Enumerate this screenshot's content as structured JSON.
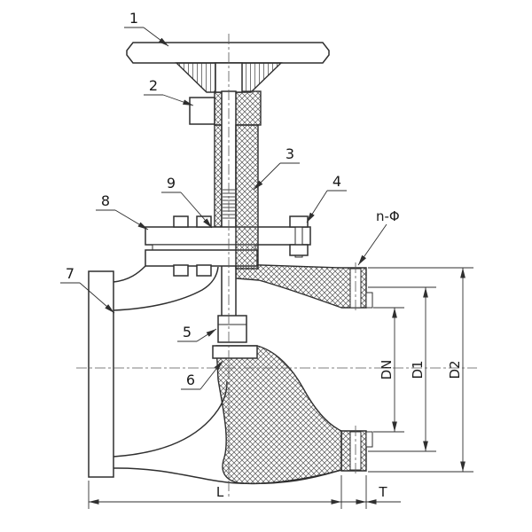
{
  "drawing": {
    "part_labels": [
      "1",
      "2",
      "3",
      "4",
      "5",
      "6",
      "7",
      "8",
      "9"
    ],
    "dimension_labels": {
      "n_phi": "n-Φ",
      "dn": "DN",
      "d1": "D1",
      "d2": "D2",
      "length": "L",
      "thickness": "T"
    },
    "colors": {
      "line": "#2f2f2f",
      "hatch": "#555555",
      "background": "#ffffff"
    }
  }
}
